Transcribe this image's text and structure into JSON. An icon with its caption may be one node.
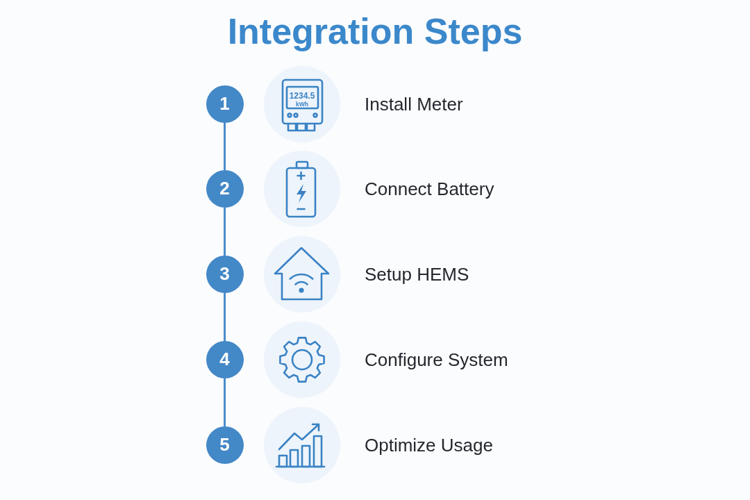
{
  "diagram": {
    "title": "Integration Steps",
    "nodes": [
      {
        "text": [
          "1"
        ]
      },
      {
        "text": [
          "2"
        ]
      },
      {
        "text": [
          "3"
        ]
      },
      {
        "text": [
          "4"
        ]
      },
      {
        "text": [
          "5"
        ]
      }
    ],
    "edges": [
      {
        "from": 0,
        "to": 1,
        "arrow": "none"
      },
      {
        "from": 1,
        "to": 2,
        "arrow": "none"
      },
      {
        "from": 2,
        "to": 3,
        "arrow": "none"
      },
      {
        "from": 3,
        "to": 4,
        "arrow": "none"
      }
    ],
    "labels": [
      "1234.5",
      "kWh",
      "Install Meter",
      "Connect Battery",
      "Setup HEMS",
      "Configure System",
      "Optimize Usage"
    ]
  }
}
